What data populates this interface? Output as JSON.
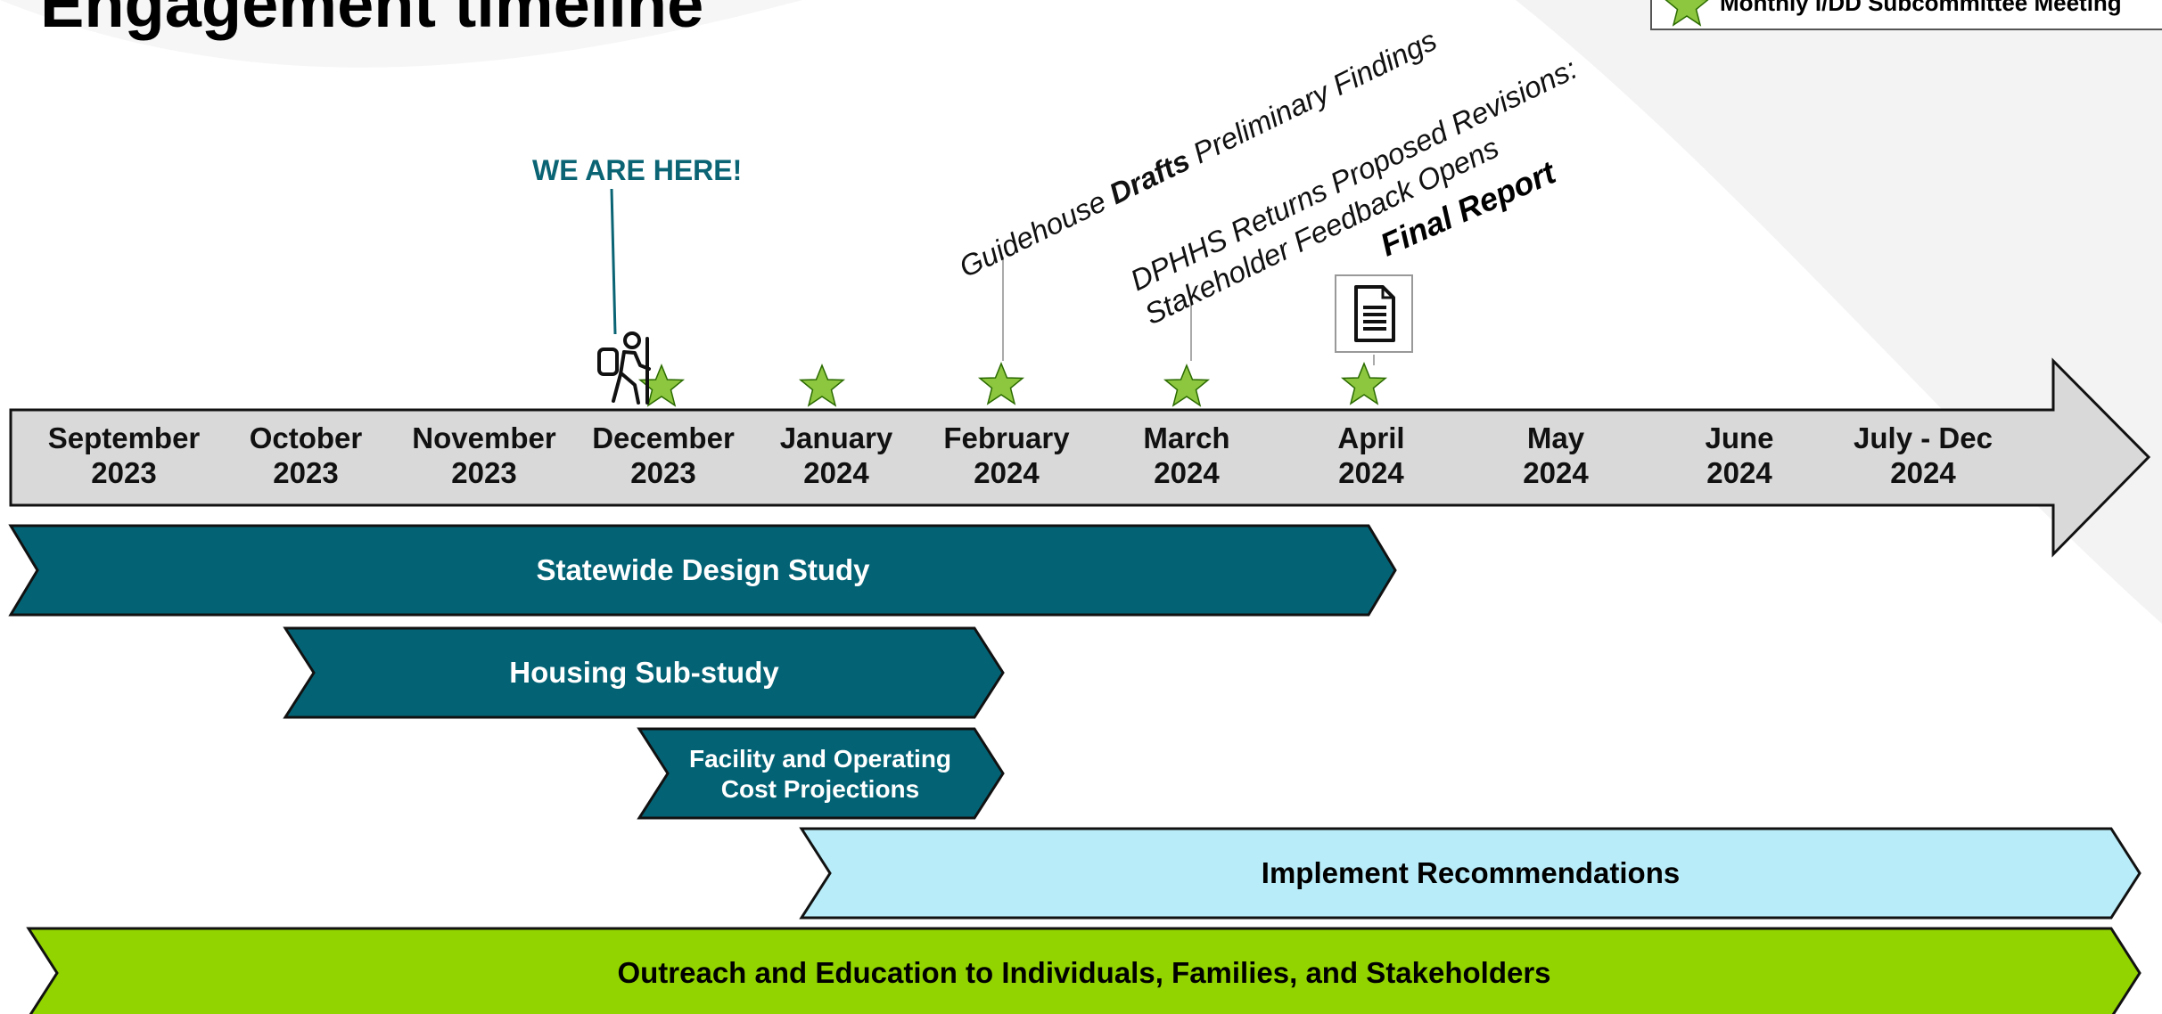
{
  "title": "Engagement timeline",
  "legend": {
    "label": "Monthly I/DD Subcommittee Meeting",
    "icon": "star-icon"
  },
  "here_label": "WE ARE HERE!",
  "months": [
    {
      "name": "September",
      "year": "2023"
    },
    {
      "name": "October",
      "year": "2023"
    },
    {
      "name": "November",
      "year": "2023"
    },
    {
      "name": "December",
      "year": "2023"
    },
    {
      "name": "January",
      "year": "2024"
    },
    {
      "name": "February",
      "year": "2024"
    },
    {
      "name": "March",
      "year": "2024"
    },
    {
      "name": "April",
      "year": "2024"
    },
    {
      "name": "May",
      "year": "2024"
    },
    {
      "name": "June",
      "year": "2024"
    },
    {
      "name": "July - Dec",
      "year": "2024"
    }
  ],
  "annotations": {
    "drafts": {
      "pre": "Guidehouse ",
      "bold": "Drafts",
      "post": " Preliminary Findings"
    },
    "returns_line1": "DPHHS Returns Proposed Revisions:",
    "returns_line2": "Stakeholder Feedback Opens",
    "final_report": "Final Report"
  },
  "bars": {
    "statewide": "Statewide Design Study",
    "housing": "Housing Sub-study",
    "facility": "Facility and Operating Cost Projections",
    "implement": "Implement Recommendations",
    "outreach": "Outreach and Education to Individuals, Families, and Stakeholders"
  },
  "colors": {
    "teal": "#036375",
    "light_blue": "#b8ecf8",
    "green": "#92d400",
    "star": "#8dc63f",
    "axis": "#d9d9d9",
    "here": "#0a6474"
  }
}
